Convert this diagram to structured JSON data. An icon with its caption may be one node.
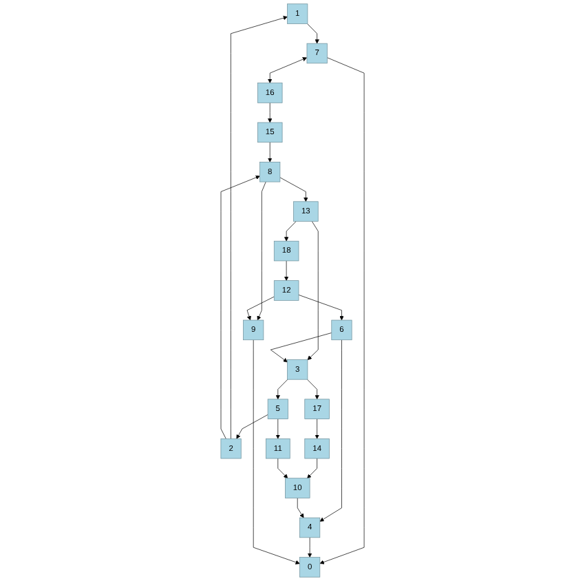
{
  "diagram": {
    "nodes": [
      {
        "text": [
          "0"
        ]
      },
      {
        "text": [
          "1"
        ]
      },
      {
        "text": [
          "2"
        ]
      },
      {
        "text": [
          "3"
        ]
      },
      {
        "text": [
          "4"
        ]
      },
      {
        "text": [
          "5"
        ]
      },
      {
        "text": [
          "6"
        ]
      },
      {
        "text": [
          "7"
        ]
      },
      {
        "text": [
          "8"
        ]
      },
      {
        "text": [
          "9"
        ]
      },
      {
        "text": [
          "10"
        ]
      },
      {
        "text": [
          "11"
        ]
      },
      {
        "text": [
          "12"
        ]
      },
      {
        "text": [
          "13"
        ]
      },
      {
        "text": [
          "14"
        ]
      },
      {
        "text": [
          "15"
        ]
      },
      {
        "text": [
          "16"
        ]
      },
      {
        "text": [
          "17"
        ]
      },
      {
        "text": [
          "18"
        ]
      }
    ],
    "edges": [
      {
        "from": 5,
        "to": 2,
        "arrow": "to"
      },
      {
        "from": 2,
        "to": 1,
        "arrow": "to"
      },
      {
        "from": 2,
        "to": 8,
        "arrow": "to"
      },
      {
        "from": 1,
        "to": 7,
        "arrow": "to"
      },
      {
        "from": 7,
        "to": 16,
        "arrow": "both"
      },
      {
        "from": 16,
        "to": 15,
        "arrow": "to"
      },
      {
        "from": 15,
        "to": 8,
        "arrow": "to"
      },
      {
        "from": 7,
        "to": 0,
        "arrow": "to"
      },
      {
        "from": 8,
        "to": 13,
        "arrow": "to"
      },
      {
        "from": 8,
        "to": 9,
        "arrow": "to"
      },
      {
        "from": 13,
        "to": 3,
        "arrow": "to"
      },
      {
        "from": 13,
        "to": 18,
        "arrow": "to"
      },
      {
        "from": 18,
        "to": 12,
        "arrow": "to"
      },
      {
        "from": 12,
        "to": 9,
        "arrow": "to"
      },
      {
        "from": 12,
        "to": 6,
        "arrow": "to"
      },
      {
        "from": 6,
        "to": 3,
        "arrow": "to"
      },
      {
        "from": 6,
        "to": 4,
        "arrow": "to"
      },
      {
        "from": 3,
        "to": 5,
        "arrow": "to"
      },
      {
        "from": 3,
        "to": 17,
        "arrow": "to"
      },
      {
        "from": 17,
        "to": 14,
        "arrow": "to"
      },
      {
        "from": 14,
        "to": 10,
        "arrow": "to"
      },
      {
        "from": 5,
        "to": 11,
        "arrow": "to"
      },
      {
        "from": 11,
        "to": 10,
        "arrow": "to"
      },
      {
        "from": 10,
        "to": 4,
        "arrow": "to"
      },
      {
        "from": 4,
        "to": 0,
        "arrow": "to"
      },
      {
        "from": 9,
        "to": 0,
        "arrow": "to"
      }
    ]
  }
}
